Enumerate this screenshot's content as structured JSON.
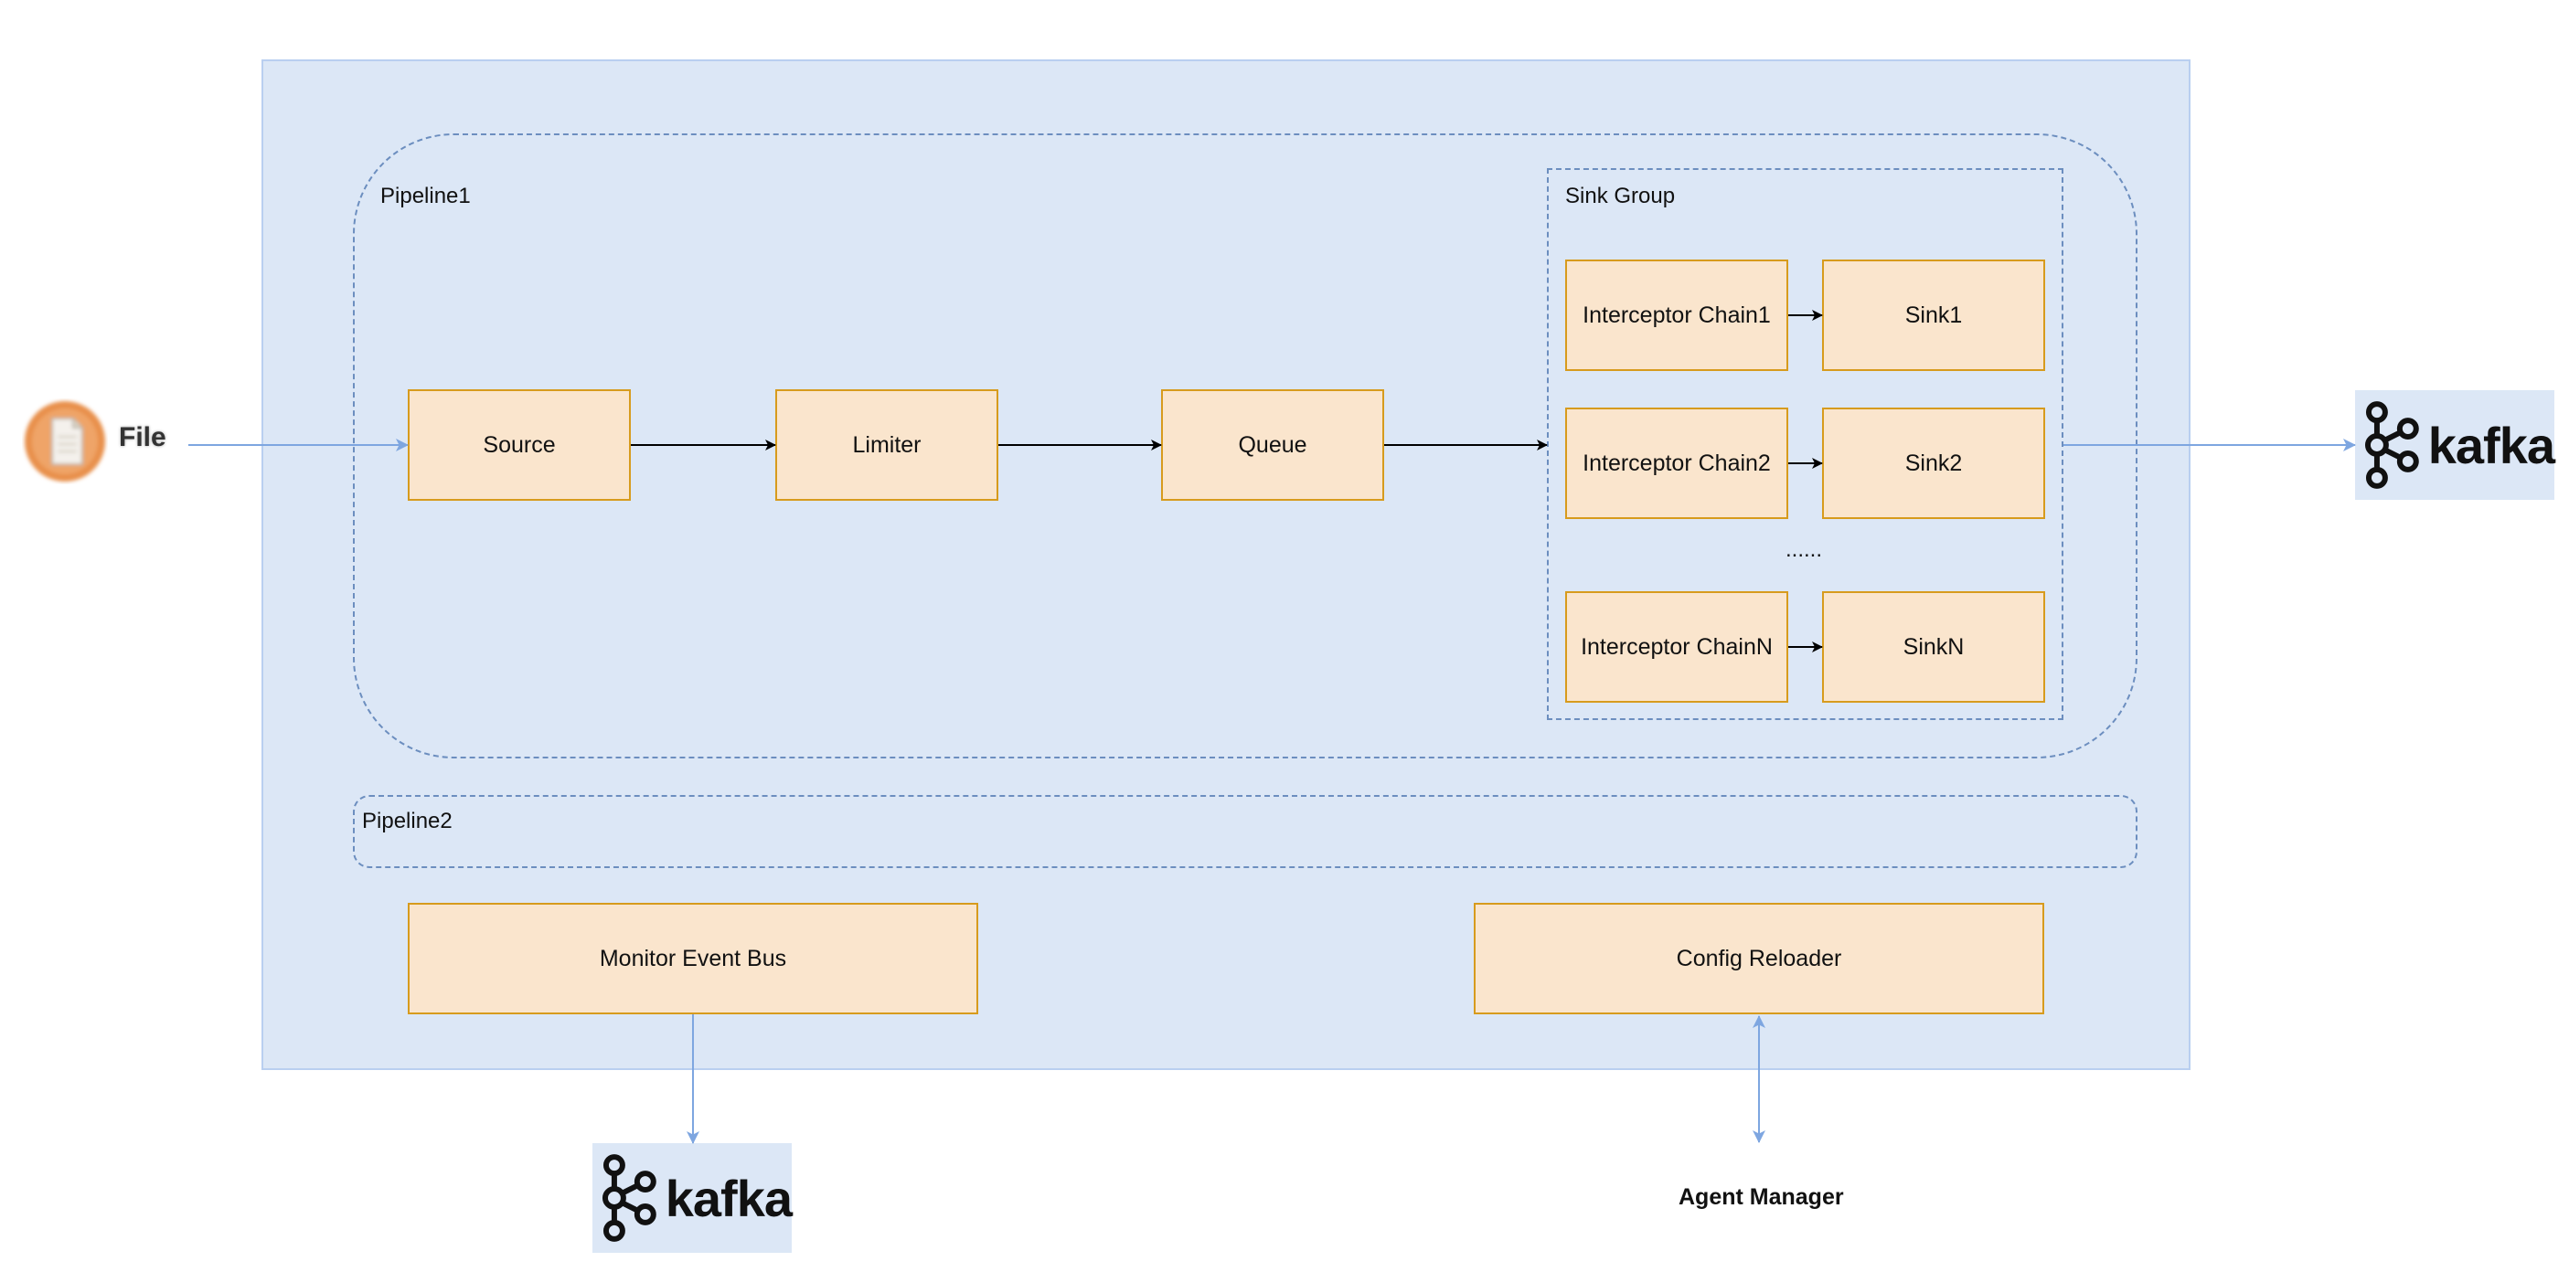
{
  "labels": {
    "file": "File",
    "pipeline1": "Pipeline1",
    "pipeline2": "Pipeline2",
    "sink_group": "Sink Group",
    "source": "Source",
    "limiter": "Limiter",
    "queue": "Queue",
    "interceptor_chain1": "Interceptor Chain1",
    "interceptor_chain2": "Interceptor Chain2",
    "interceptor_chainN": "Interceptor ChainN",
    "sink1": "Sink1",
    "sink2": "Sink2",
    "sinkN": "SinkN",
    "ellipsis": "......",
    "monitor_event_bus": "Monitor Event Bus",
    "config_reloader": "Config Reloader",
    "agent_manager": "Agent Manager",
    "kafka_right": "kafka",
    "kafka_bottom": "kafka"
  },
  "colors": {
    "agent_background": "#dce7f6",
    "node_fill": "#fae5cd",
    "node_border": "#d79b1d",
    "dashed_border": "#6c8ebf",
    "connector_blue": "#7ea6e0",
    "connector_black": "#000000",
    "file_icon": "#e8904c"
  },
  "icons": {
    "file": "file-icon",
    "kafka": "kafka-logo-icon"
  }
}
